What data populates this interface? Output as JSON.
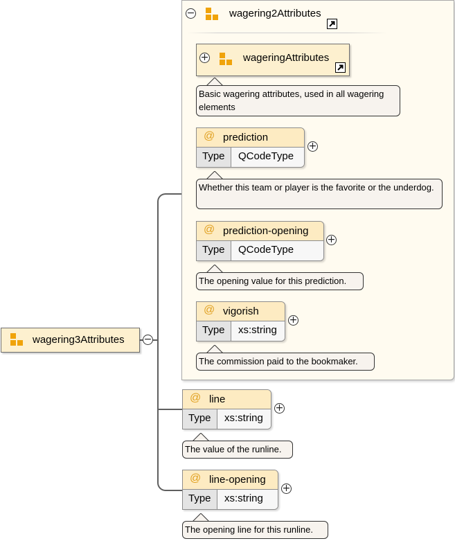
{
  "root": {
    "name": "wagering3Attributes",
    "toggle": "−"
  },
  "group": {
    "name": "wagering2Attributes",
    "toggle": "−"
  },
  "ref": {
    "name": "wageringAttributes",
    "toggle": "+",
    "doc": "Basic wagering attributes, used in all wagering elements"
  },
  "attributes": [
    {
      "at": "@",
      "name": "prediction",
      "type_label": "Type",
      "type": "QCodeType",
      "toggle": "+",
      "doc": "Whether this team or player is the favorite or the underdog."
    },
    {
      "at": "@",
      "name": "prediction-opening",
      "type_label": "Type",
      "type": "QCodeType",
      "toggle": "+",
      "doc": "The opening value for this prediction."
    },
    {
      "at": "@",
      "name": "vigorish",
      "type_label": "Type",
      "type": "xs:string",
      "toggle": "+",
      "doc": "The commission paid to the bookmaker."
    },
    {
      "at": "@",
      "name": "line",
      "type_label": "Type",
      "type": "xs:string",
      "toggle": "+",
      "doc": "The value of the runline."
    },
    {
      "at": "@",
      "name": "line-opening",
      "type_label": "Type",
      "type": "xs:string",
      "toggle": "+",
      "doc": "The opening line for this runline."
    }
  ],
  "colors": {
    "element_fill": "#fdf0cf",
    "group_fill": "#fffbf0",
    "icon_orange": "#f0a30a",
    "connector": "#5f5f5f"
  },
  "icons": {
    "element": "element-squares-icon",
    "reference": "reference-arrow-icon",
    "attribute": "at-sign-icon"
  }
}
